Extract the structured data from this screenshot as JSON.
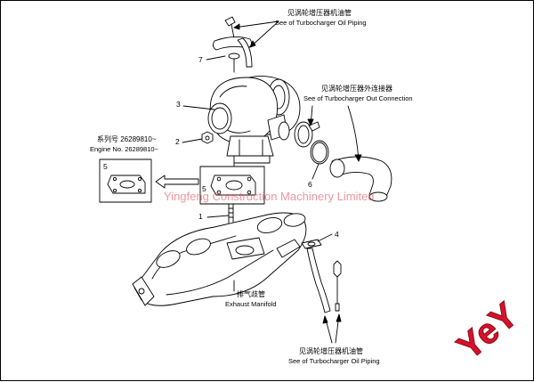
{
  "callouts": {
    "oil_top_cn": "见涡轮增压器机油管",
    "oil_top_en": "See of Turbocharger Oil Piping",
    "out_cn": "见涡轮增压器外连接器",
    "out_en": "See of Turbocharger Out Connection",
    "serial_cn": "系列号 26289810~",
    "serial_en": "Engine No. 26289810~",
    "exhaust_cn": "排气歧管",
    "exhaust_en": "Exhaust Manifold",
    "oil_bottom_cn": "见涡轮增压器机油管",
    "oil_bottom_en": "See of Turbocharger Oil Piping"
  },
  "part_numbers": {
    "p1": "1",
    "p2": "2",
    "p3": "3",
    "p4": "4",
    "p5_old": "5",
    "p5_new": "5",
    "p6": "6",
    "p7": "7"
  },
  "watermark": "Yingfeng Construction Machinery Limited",
  "logo": {
    "text": "YeY",
    "color": "#d8112b"
  }
}
